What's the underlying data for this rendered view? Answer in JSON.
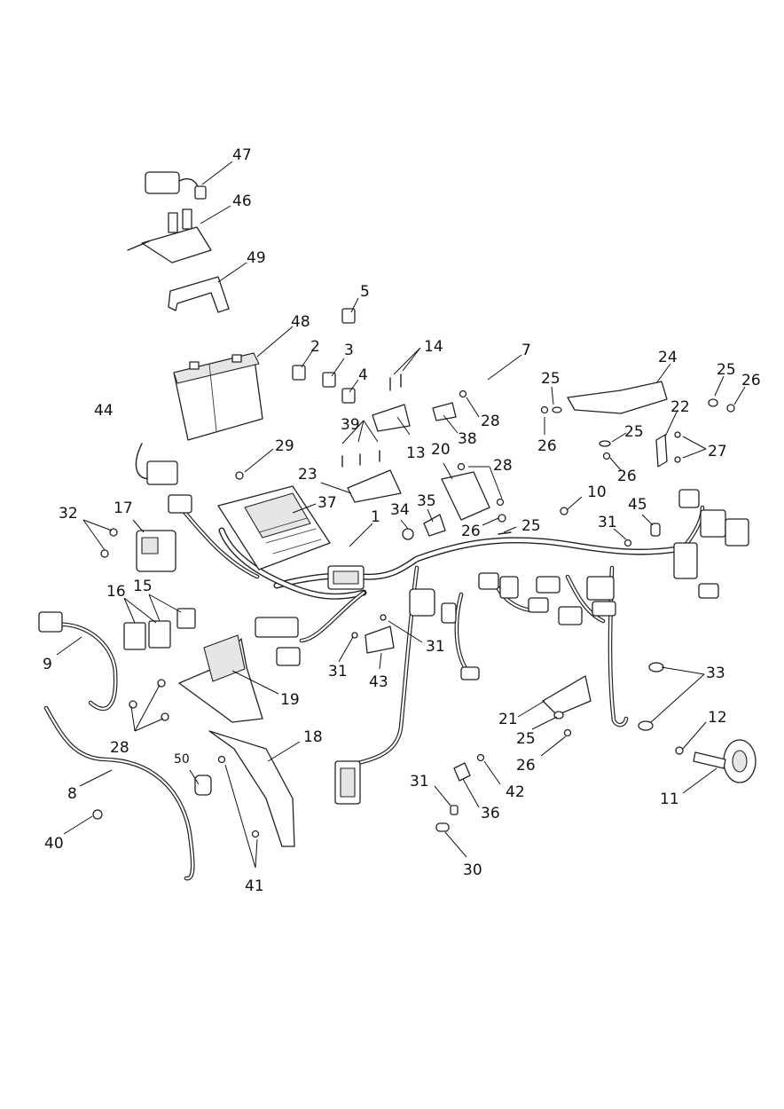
{
  "diagram": {
    "callouts": [
      {
        "id": "1",
        "text": "1"
      },
      {
        "id": "2",
        "text": "2"
      },
      {
        "id": "3",
        "text": "3"
      },
      {
        "id": "4",
        "text": "4"
      },
      {
        "id": "5",
        "text": "5"
      },
      {
        "id": "7",
        "text": "7"
      },
      {
        "id": "8",
        "text": "8"
      },
      {
        "id": "9",
        "text": "9"
      },
      {
        "id": "10",
        "text": "10"
      },
      {
        "id": "11",
        "text": "11"
      },
      {
        "id": "12",
        "text": "12"
      },
      {
        "id": "13",
        "text": "13"
      },
      {
        "id": "14",
        "text": "14"
      },
      {
        "id": "15",
        "text": "15"
      },
      {
        "id": "16",
        "text": "16"
      },
      {
        "id": "17",
        "text": "17"
      },
      {
        "id": "18",
        "text": "18"
      },
      {
        "id": "19",
        "text": "19"
      },
      {
        "id": "20",
        "text": "20"
      },
      {
        "id": "21",
        "text": "21"
      },
      {
        "id": "22",
        "text": "22"
      },
      {
        "id": "23",
        "text": "23"
      },
      {
        "id": "24",
        "text": "24"
      },
      {
        "id": "25a",
        "text": "25"
      },
      {
        "id": "25b",
        "text": "25"
      },
      {
        "id": "25c",
        "text": "25"
      },
      {
        "id": "25d",
        "text": "25"
      },
      {
        "id": "25e",
        "text": "25"
      },
      {
        "id": "26a",
        "text": "26"
      },
      {
        "id": "26b",
        "text": "26"
      },
      {
        "id": "26c",
        "text": "26"
      },
      {
        "id": "26d",
        "text": "26"
      },
      {
        "id": "26e",
        "text": "26"
      },
      {
        "id": "27",
        "text": "27"
      },
      {
        "id": "28a",
        "text": "28"
      },
      {
        "id": "28b",
        "text": "28"
      },
      {
        "id": "28c",
        "text": "28"
      },
      {
        "id": "29",
        "text": "29"
      },
      {
        "id": "30",
        "text": "30"
      },
      {
        "id": "31a",
        "text": "31"
      },
      {
        "id": "31b",
        "text": "31"
      },
      {
        "id": "31c",
        "text": "31"
      },
      {
        "id": "31d",
        "text": "31"
      },
      {
        "id": "32",
        "text": "32"
      },
      {
        "id": "33",
        "text": "33"
      },
      {
        "id": "34",
        "text": "34"
      },
      {
        "id": "35",
        "text": "35"
      },
      {
        "id": "36",
        "text": "36"
      },
      {
        "id": "37",
        "text": "37"
      },
      {
        "id": "38",
        "text": "38"
      },
      {
        "id": "39",
        "text": "39"
      },
      {
        "id": "40",
        "text": "40"
      },
      {
        "id": "41",
        "text": "41"
      },
      {
        "id": "42",
        "text": "42"
      },
      {
        "id": "43",
        "text": "43"
      },
      {
        "id": "44",
        "text": "44"
      },
      {
        "id": "45",
        "text": "45"
      },
      {
        "id": "46",
        "text": "46"
      },
      {
        "id": "47",
        "text": "47"
      },
      {
        "id": "48",
        "text": "48"
      },
      {
        "id": "49",
        "text": "49"
      },
      {
        "id": "50",
        "text": "50"
      }
    ]
  }
}
